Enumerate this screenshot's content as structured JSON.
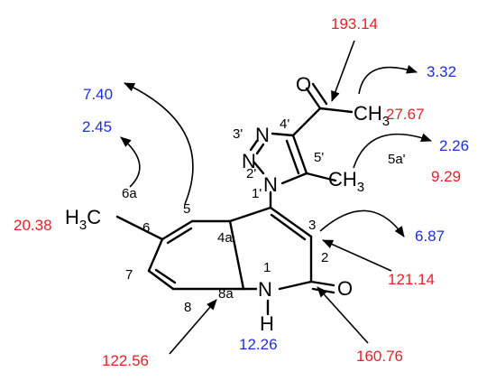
{
  "molecule": {
    "atoms": {
      "O_ring": "O",
      "N1": "N",
      "H1": "H",
      "N1p": "N",
      "N2p": "N",
      "N3p": "N",
      "O_acetyl": "O",
      "CH3_acetyl": "CH",
      "CH3_acetyl_sub": "3",
      "CH3_5": "CH",
      "CH3_5_sub": "3",
      "H3C_6": "H",
      "H3C_6_sub": "3",
      "H3C_6_c": "C"
    },
    "positions": {
      "p1": "1",
      "p2": "2",
      "p3": "3",
      "p4a": "4a",
      "p5": "5",
      "p6": "6",
      "p6a": "6a",
      "p7": "7",
      "p8": "8",
      "p8a": "8a",
      "p1p": "1'",
      "p2p": "2'",
      "p3p": "3'",
      "p4p": "4'",
      "p5p": "5'",
      "p5ap": "5a'"
    },
    "carbon_shifts": {
      "c_193": "193.14",
      "c_27": "27.67",
      "c_9": "9.29",
      "c_20": "20.38",
      "c_121": "121.14",
      "c_160": "160.76",
      "c_122": "122.56"
    },
    "proton_shifts": {
      "h_3_32": "3.32",
      "h_7_40": "7.40",
      "h_2_45": "2.45",
      "h_2_26": "2.26",
      "h_6_87": "6.87",
      "h_12_26": "12.26"
    },
    "colors": {
      "carbon": "#e8202a",
      "proton": "#1f2fd6",
      "structure": "#000000"
    }
  }
}
